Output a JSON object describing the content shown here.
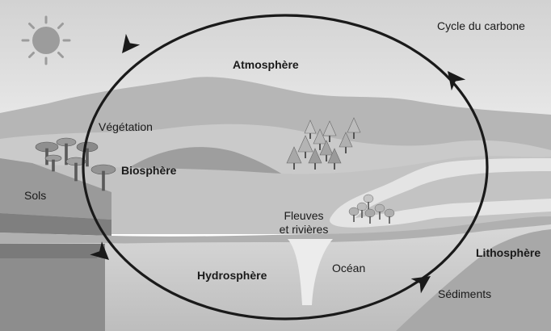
{
  "title": "Cycle du carbone",
  "labels": {
    "atmosphere": "Atmosphère",
    "vegetation": "Végétation",
    "biosphere": "Biosphère",
    "sols": "Sols",
    "fleuves_line1": "Fleuves",
    "fleuves_line2": "et rivières",
    "lithosphere": "Lithosphère",
    "ocean": "Océan",
    "hydrosphere": "Hydrosphère",
    "sediments": "Sédiments"
  },
  "icons": [
    "sun-icon",
    "tree-icon",
    "cycle-arrow-icon"
  ],
  "colors": {
    "sky_top": "#d4d4d4",
    "sky_bottom": "#ececec",
    "mountain": "#b4b4b4",
    "land": "#c6c6c6",
    "water": "#dedede",
    "soil_dark": "#8c8c8c",
    "cycle_line": "#1a1a1a"
  }
}
